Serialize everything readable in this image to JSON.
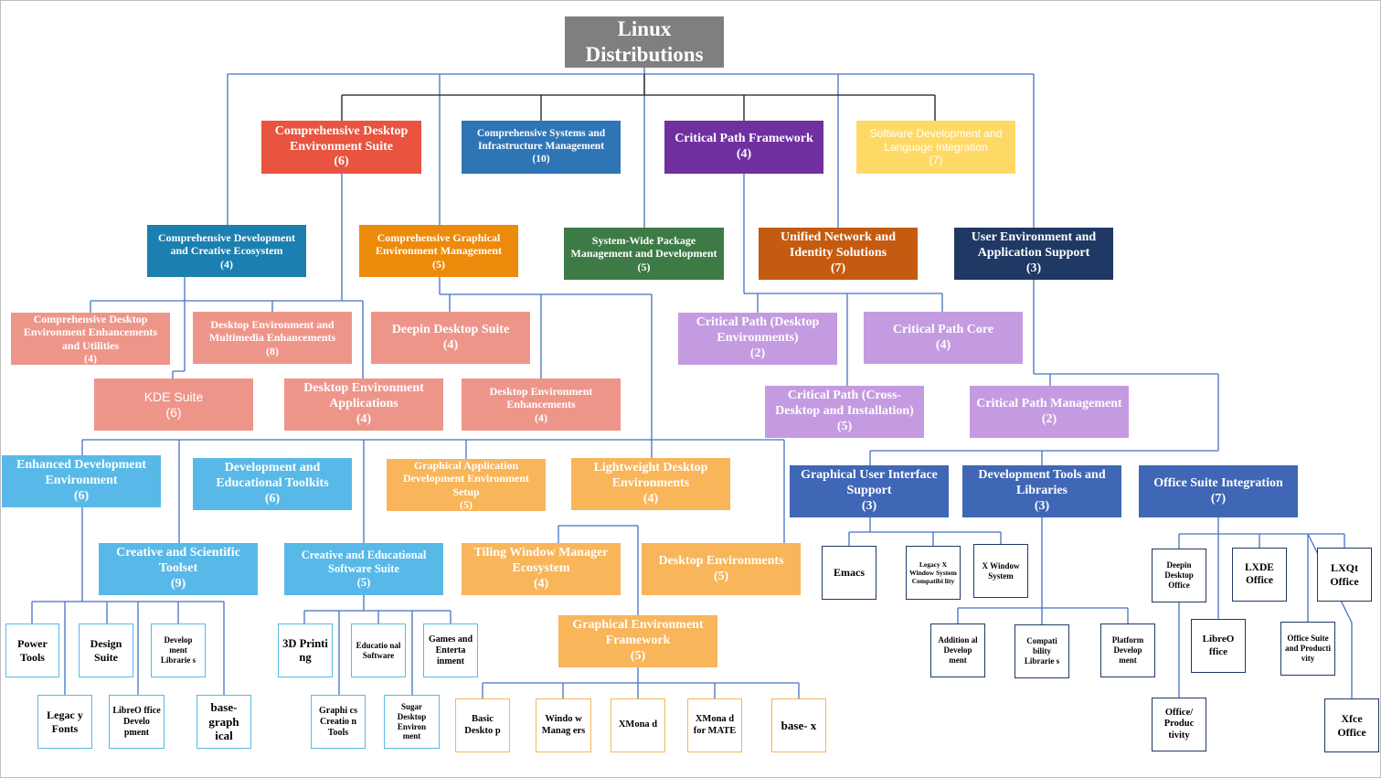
{
  "colors": {
    "root": "#7f7f7f",
    "red": "#e8543f",
    "blue": "#2e75b6",
    "purple": "#7030a0",
    "yellow": "#ffd966",
    "teal": "#1b7fb0",
    "orange": "#ec8a0c",
    "green": "#3d7a45",
    "burnt": "#c55a11",
    "navy": "#1f3864",
    "salmon": "#ee958a",
    "lilac": "#c49be0",
    "skyblue": "#58b9e8",
    "ltorange": "#f8b55a",
    "steel": "#3f67b5",
    "line": "#4472c4"
  },
  "root": {
    "title": "Linux Distributions"
  },
  "nodes": {
    "cdes": {
      "label": "Comprehensive Desktop Environment Suite",
      "count": "(6)"
    },
    "csim": {
      "label": "Comprehensive Systems and Infrastructure Management",
      "count": "(10)"
    },
    "cpf": {
      "label": "Critical Path Framework",
      "count": "(4)"
    },
    "sdli": {
      "label": "Software Development and Language Integration",
      "count": "(7)"
    },
    "cdce": {
      "label": "Comprehensive Development and Creative Ecosystem",
      "count": "(4)"
    },
    "cgem": {
      "label": "Comprehensive Graphical Environment Management",
      "count": "(5)"
    },
    "swpm": {
      "label": "System-Wide Package Management and Development",
      "count": "(5)"
    },
    "unis": {
      "label": "Unified Network and Identity Solutions",
      "count": "(7)"
    },
    "ueas": {
      "label": "User Environment and Application Support",
      "count": "(3)"
    },
    "cdeeu": {
      "label": "Comprehensive Desktop Environment Enhancements and Utilities",
      "count": "(4)"
    },
    "deme": {
      "label": "Desktop Environment and Multimedia Enhancements",
      "count": "(8)"
    },
    "deepin": {
      "label": "Deepin Desktop Suite",
      "count": "(4)"
    },
    "cpde": {
      "label": "Critical Path (Desktop Environments)",
      "count": "(2)"
    },
    "cpcore": {
      "label": "Critical Path Core",
      "count": "(4)"
    },
    "kde": {
      "label": "KDE Suite",
      "count": "(6)"
    },
    "dea": {
      "label": "Desktop Environment Applications",
      "count": "(4)"
    },
    "dee": {
      "label": "Desktop Environment Enhancements",
      "count": "(4)"
    },
    "cpcross": {
      "label": "Critical Path (Cross-Desktop and Installation)",
      "count": "(5)"
    },
    "cpm": {
      "label": "Critical Path Management",
      "count": "(2)"
    },
    "ede": {
      "label": "Enhanced Development Environment",
      "count": "(6)"
    },
    "det": {
      "label": "Development and Educational Toolkits",
      "count": "(6)"
    },
    "gades": {
      "label": "Graphical Application Development Environment Setup",
      "count": "(5)"
    },
    "lde": {
      "label": "Lightweight Desktop Environments",
      "count": "(4)"
    },
    "guis": {
      "label": "Graphical User Interface Support",
      "count": "(3)"
    },
    "dtl": {
      "label": "Development Tools and Libraries",
      "count": "(3)"
    },
    "osi": {
      "label": "Office Suite Integration",
      "count": "(7)"
    },
    "cst": {
      "label": "Creative and Scientific Toolset",
      "count": "(9)"
    },
    "cess": {
      "label": "Creative and Educational Software Suite",
      "count": "(5)"
    },
    "twme": {
      "label": "Tiling Window Manager Ecosystem",
      "count": "(4)"
    },
    "de": {
      "label": "Desktop Environments",
      "count": "(5)"
    },
    "gef": {
      "label": "Graphical Environment Framework",
      "count": "(5)"
    }
  },
  "leaves": {
    "power_tools": "Power Tools",
    "design_suite": "Design Suite",
    "dev_libraries": "Develop ment Librarie s",
    "legacy_fonts": "Legac y Fonts",
    "libreoffice_dev": "LibreO ffice Develo pment",
    "base_graphical": "base- graph ical",
    "printing3d": "3D Printi ng",
    "educational_sw": "Educatio nal Software",
    "games": "Games and Enterta inment",
    "graphics_tools": "Graphi cs Creatio n Tools",
    "sugar": "Sugar Desktop Environ ment",
    "basic_desktop": "Basic Deskto p",
    "window_managers": "Windo w Manag ers",
    "xmonad": "XMona d",
    "xmonad_mate": "XMona d for MATE",
    "base_x": "base- x",
    "emacs": "Emacs",
    "legacy_x": "Legacy X Window System Compatibi lity",
    "x_window": "X Window System",
    "additional_dev": "Addition al Develop ment",
    "compat_libs": "Compati bility Librarie s",
    "platform_dev": "Platform Develop ment",
    "deepin_office": "Deepin Desktop Office",
    "lxde_office": "LXDE Office",
    "lxqt_office": "LXQt Office",
    "libreoffice": "LibreO ffice",
    "office_suite": "Office Suite and Producti vity",
    "office_prod": "Office/ Produc tivity",
    "xfce_office": "Xfce Office"
  }
}
